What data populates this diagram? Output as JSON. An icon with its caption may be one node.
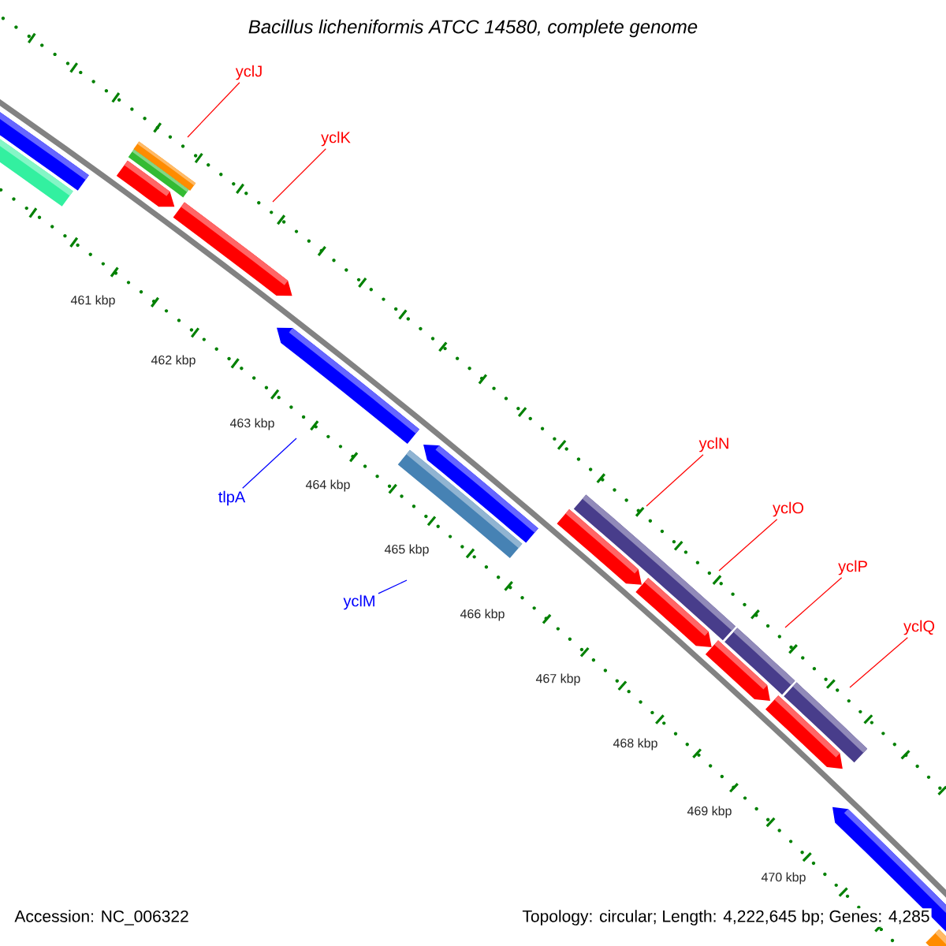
{
  "diagram": {
    "title": "Bacillus licheniformis ATCC 14580, complete genome",
    "nodes": [
      {
        "text": [
          "yclJ"
        ]
      },
      {
        "text": [
          "yclK"
        ]
      },
      {
        "text": [
          "tlpA"
        ]
      },
      {
        "text": [
          "yclM"
        ]
      },
      {
        "text": [
          "yclN"
        ]
      },
      {
        "text": [
          "yclO"
        ]
      },
      {
        "text": [
          "yclP"
        ]
      },
      {
        "text": [
          "yclQ"
        ]
      }
    ],
    "edges": [
      {
        "from": 0,
        "to": null,
        "arrow": "none"
      },
      {
        "from": 1,
        "to": null,
        "arrow": "none"
      },
      {
        "from": 2,
        "to": null,
        "arrow": "none",
        "color": "#0000ff"
      },
      {
        "from": 3,
        "to": null,
        "arrow": "none",
        "color": "#0000ff"
      },
      {
        "from": 4,
        "to": null,
        "arrow": "none"
      },
      {
        "from": 5,
        "to": null,
        "arrow": "none"
      },
      {
        "from": 6,
        "to": null,
        "arrow": "none"
      },
      {
        "from": 7,
        "to": null,
        "arrow": "none"
      }
    ],
    "labels": [
      "461 kbp",
      "462 kbp",
      "463 kbp",
      "464 kbp",
      "465 kbp",
      "466 kbp",
      "467 kbp",
      "468 kbp",
      "469 kbp",
      "470 kbp",
      "Accession: NC_006322",
      "Topology: circular; Length: 4,222,645 bp; Genes: 4,285"
    ]
  }
}
